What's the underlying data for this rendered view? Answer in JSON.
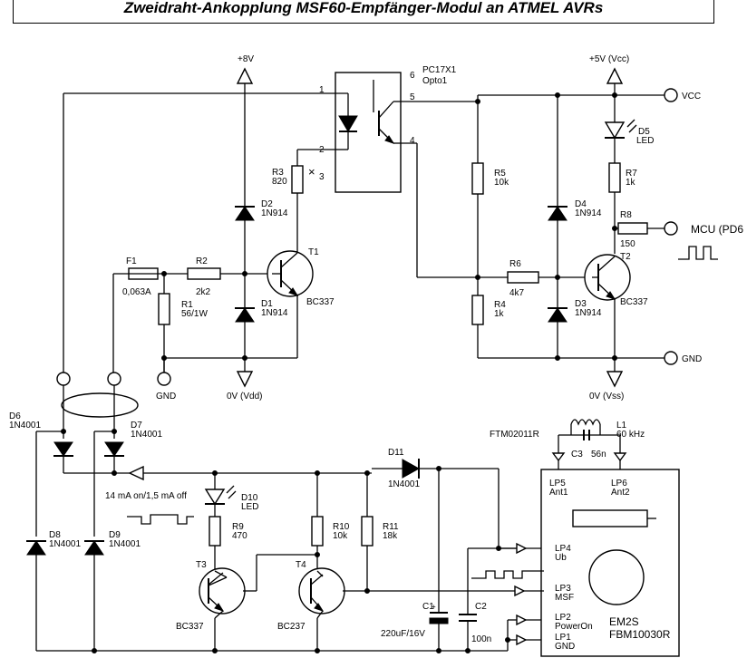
{
  "title": "Zweidraht-Ankopplung MSF60-Empfänger-Modul an ATMEL AVRs",
  "supplies": {
    "p8v": "+8V",
    "p5v": "+5V (Vcc)",
    "gnd_vdd": "0V (Vdd)",
    "gnd_vss": "0V (Vss)"
  },
  "connectors": {
    "vcc": "VCC",
    "mcu": "MCU (PD6",
    "gnd": "GND",
    "gnd_cable": "GND"
  },
  "opto": {
    "name": "PC17X1",
    "sub": "Opto1",
    "pins": [
      "1",
      "2",
      "3",
      "4",
      "5",
      "6"
    ]
  },
  "components": {
    "F1": {
      "ref": "F1",
      "val": "0,063A"
    },
    "R1": {
      "ref": "R1",
      "val": "56/1W"
    },
    "R2": {
      "ref": "R2",
      "val": "2k2"
    },
    "R3": {
      "ref": "R3",
      "val": "820"
    },
    "D1": {
      "ref": "D1",
      "val": "1N914"
    },
    "D2": {
      "ref": "D2",
      "val": "1N914"
    },
    "T1": {
      "ref": "T1",
      "val": "BC337"
    },
    "R5": {
      "ref": "R5",
      "val": "10k"
    },
    "R4": {
      "ref": "R4",
      "val": "1k"
    },
    "R6": {
      "ref": "R6",
      "val": "4k7"
    },
    "D3": {
      "ref": "D3",
      "val": "1N914"
    },
    "D4": {
      "ref": "D4",
      "val": "1N914"
    },
    "D5": {
      "ref": "D5",
      "val": "LED"
    },
    "R7": {
      "ref": "R7",
      "val": "1k"
    },
    "R8": {
      "ref": "R8",
      "val": "150"
    },
    "T2": {
      "ref": "T2",
      "val": "BC337"
    },
    "D6": {
      "ref": "D6",
      "val": "1N4001"
    },
    "D7": {
      "ref": "D7",
      "val": "1N4001"
    },
    "D8": {
      "ref": "D8",
      "val": "1N4001"
    },
    "D9": {
      "ref": "D9",
      "val": "1N4001"
    },
    "D10": {
      "ref": "D10",
      "val": "LED"
    },
    "R9": {
      "ref": "R9",
      "val": "470"
    },
    "T3": {
      "ref": "T3",
      "val": "BC337"
    },
    "T4": {
      "ref": "T4",
      "val": "BC237"
    },
    "R10": {
      "ref": "R10",
      "val": "10k"
    },
    "R11": {
      "ref": "R11",
      "val": "18k"
    },
    "D11": {
      "ref": "D11",
      "val": "1N4001"
    },
    "C1": {
      "ref": "C1",
      "val": "220uF/16V"
    },
    "C2": {
      "ref": "C2",
      "val": "100n"
    },
    "C3": {
      "ref": "C3",
      "val": "56n"
    },
    "L1": {
      "ref": "L1",
      "val": "60 kHz"
    }
  },
  "module": {
    "name": "FTM02011R",
    "model1": "EM2S",
    "model2": "FBM10030R",
    "pins": [
      {
        "id": "LP5",
        "label": "Ant1"
      },
      {
        "id": "LP6",
        "label": "Ant2"
      },
      {
        "id": "LP4",
        "label": "Ub"
      },
      {
        "id": "LP3",
        "label": "MSF"
      },
      {
        "id": "LP2",
        "label": "PowerOn"
      },
      {
        "id": "LP1",
        "label": "GND"
      }
    ]
  },
  "note": "14 mA  on/1,5 mA  off"
}
